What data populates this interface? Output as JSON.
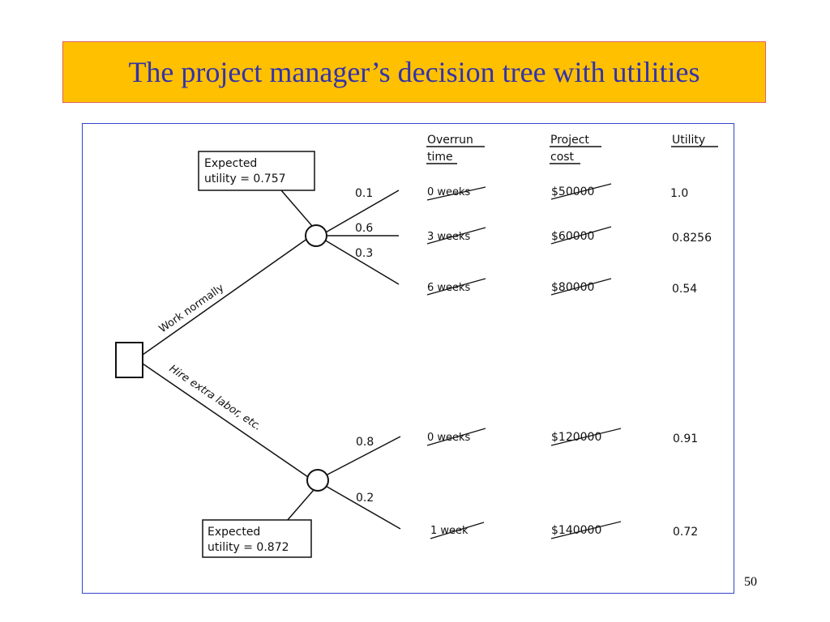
{
  "title": "The project manager’s decision tree with utilities",
  "slide_number": "50",
  "tree": {
    "columns": {
      "overrun_time": [
        "Overrun",
        "time"
      ],
      "project_cost": [
        "Project",
        "cost"
      ],
      "utility": "Utility"
    },
    "work_normally": {
      "label": "Work normally",
      "expected": [
        "Expected",
        "utility = 0.757"
      ],
      "outcomes": [
        {
          "prob": "0.1",
          "time": "0 weeks",
          "cost": "$50000",
          "utility": "1.0"
        },
        {
          "prob": "0.6",
          "time": "3 weeks",
          "cost": "$60000",
          "utility": "0.8256"
        },
        {
          "prob": "0.3",
          "time": "6 weeks",
          "cost": "$80000",
          "utility": "0.54"
        }
      ]
    },
    "hire_extra": {
      "label": "Hire extra labor, etc.",
      "expected": [
        "Expected",
        "utility = 0.872"
      ],
      "outcomes": [
        {
          "prob": "0.8",
          "time": "0 weeks",
          "cost": "$120000",
          "utility": "0.91"
        },
        {
          "prob": "0.2",
          "time": "1 week",
          "cost": "$140000",
          "utility": "0.72"
        }
      ]
    }
  }
}
